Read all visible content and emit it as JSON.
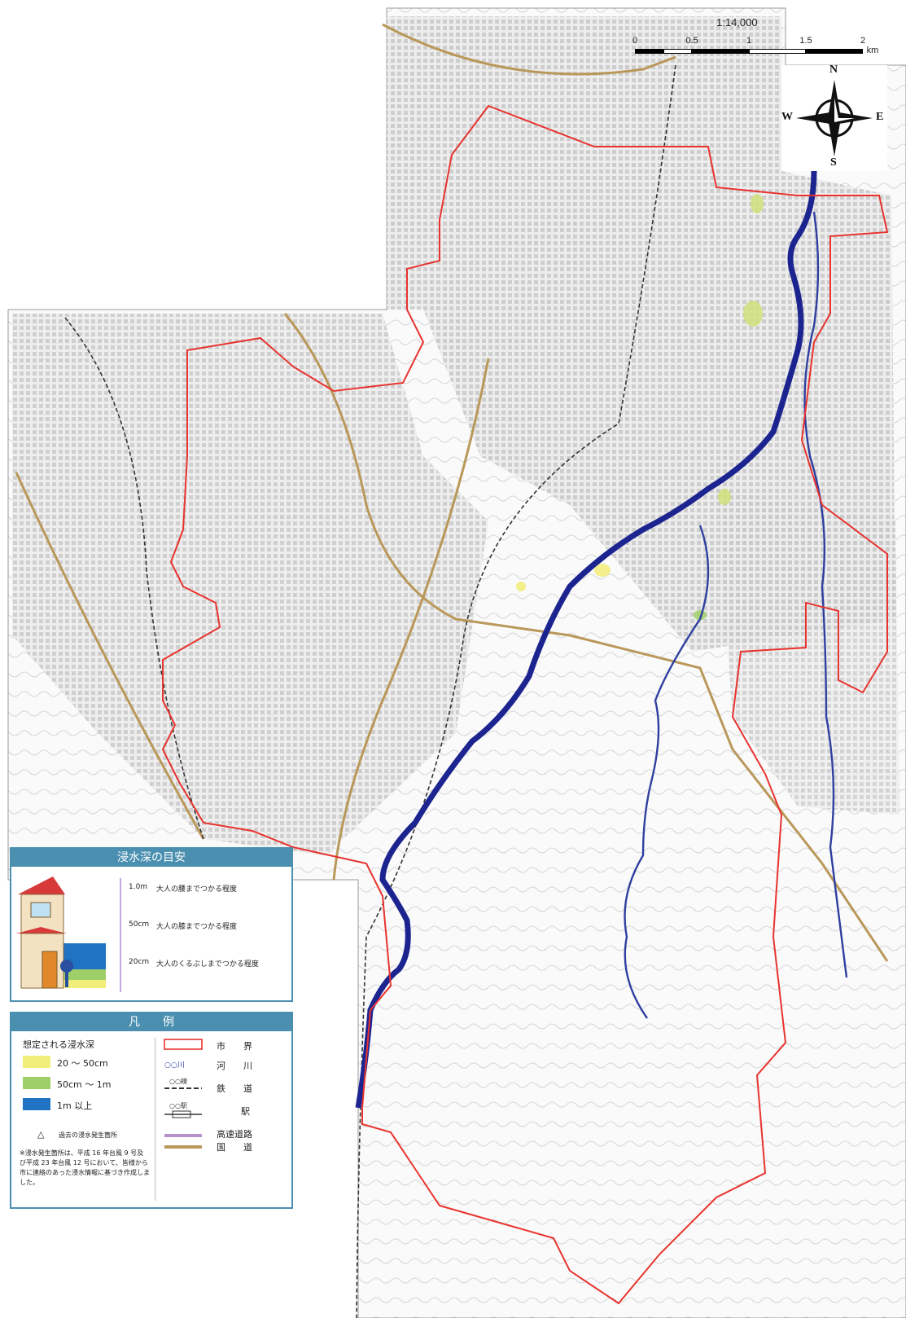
{
  "scale": {
    "ratio": "1:14,000",
    "ticks": [
      "0",
      "0.5",
      "1",
      "1.5",
      "2"
    ],
    "unit": "km"
  },
  "compass": {
    "n": "N",
    "s": "S",
    "e": "E",
    "w": "W"
  },
  "depth_guide": {
    "title": "浸水深の目安",
    "levels": [
      {
        "mark": "1.0m",
        "text": "大人の腰までつかる程度"
      },
      {
        "mark": "50cm",
        "text": "大人の膝までつかる程度"
      },
      {
        "mark": "20cm",
        "text": "大人のくるぶしまでつかる程度"
      }
    ]
  },
  "legend": {
    "title": "凡　　例",
    "depth_heading": "想定される浸水深",
    "depth_items": [
      {
        "label": "20 〜 50cm",
        "color": "#f2ee7a"
      },
      {
        "label": "50cm 〜 1m",
        "color": "#9fd067"
      },
      {
        "label": "1m 以上",
        "color": "#1f73c2"
      }
    ],
    "past_flood_symbol": "△",
    "past_flood_label": "過去の浸水発生箇所",
    "note": "※浸水発生箇所は、平成 16 年台風 9 号及び平成 23 年台風 12 号において、皆様から市に連絡のあった浸水情報に基づき作成しました。",
    "line_items": [
      {
        "label": "市　　界",
        "color": "#e8332f"
      },
      {
        "label": "河　　川",
        "color": "#2f3fa0"
      },
      {
        "label": "鉄　　道",
        "color": "#333333"
      },
      {
        "label": "駅",
        "color": "#333333"
      },
      {
        "label": "高速道路",
        "color": "#b792c9"
      },
      {
        "label": "国　　道",
        "color": "#b9985a"
      }
    ]
  },
  "colors": {
    "city_boundary": "#e8332f",
    "main_river": "#1c2490",
    "river": "#2f3fa0",
    "national_road": "#b9985a",
    "expressway": "#b792c9",
    "urban_gray": "#bdbdbd"
  }
}
